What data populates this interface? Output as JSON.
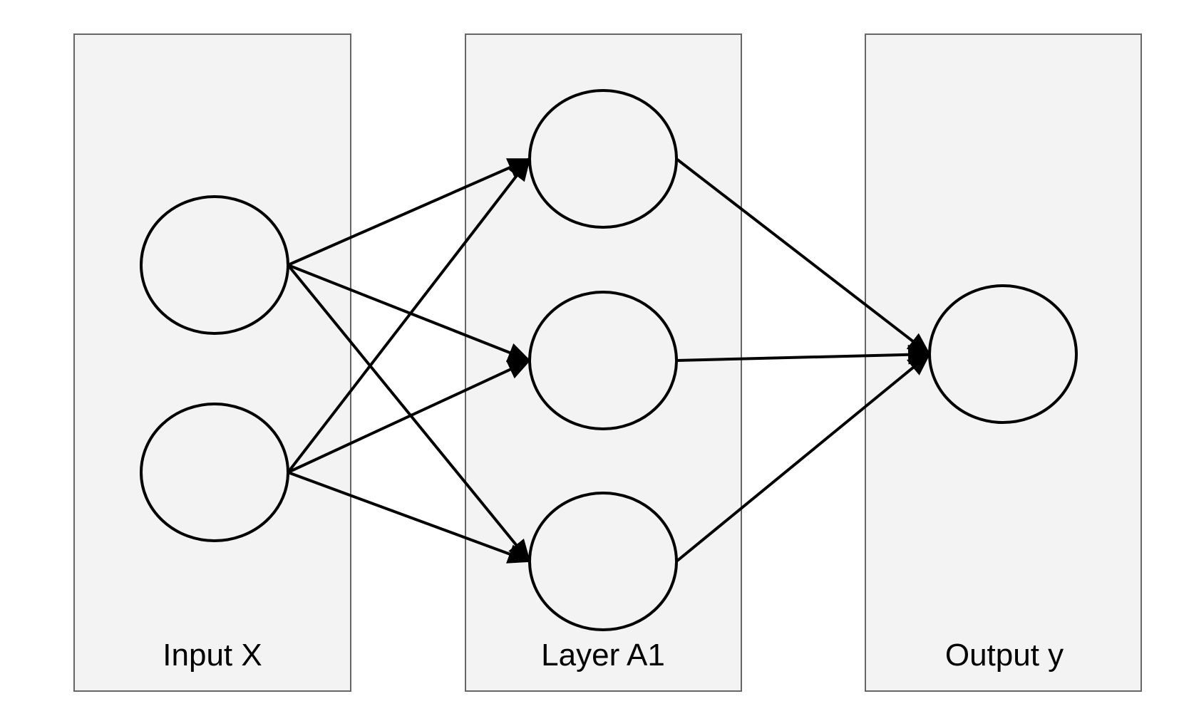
{
  "layers": [
    {
      "label": "Input X",
      "neurons": 2
    },
    {
      "label": "Layer A1",
      "neurons": 3
    },
    {
      "label": "Output y",
      "neurons": 1
    }
  ],
  "connections": [
    {
      "from": "input-1",
      "to": "hidden-1"
    },
    {
      "from": "input-1",
      "to": "hidden-2"
    },
    {
      "from": "input-1",
      "to": "hidden-3"
    },
    {
      "from": "input-2",
      "to": "hidden-1"
    },
    {
      "from": "input-2",
      "to": "hidden-2"
    },
    {
      "from": "input-2",
      "to": "hidden-3"
    },
    {
      "from": "hidden-1",
      "to": "output-1"
    },
    {
      "from": "hidden-2",
      "to": "output-1"
    },
    {
      "from": "hidden-3",
      "to": "output-1"
    }
  ],
  "colors": {
    "layer_fill": "#f3f3f3",
    "layer_border": "#666666",
    "line": "#000000",
    "text": "#000000"
  }
}
